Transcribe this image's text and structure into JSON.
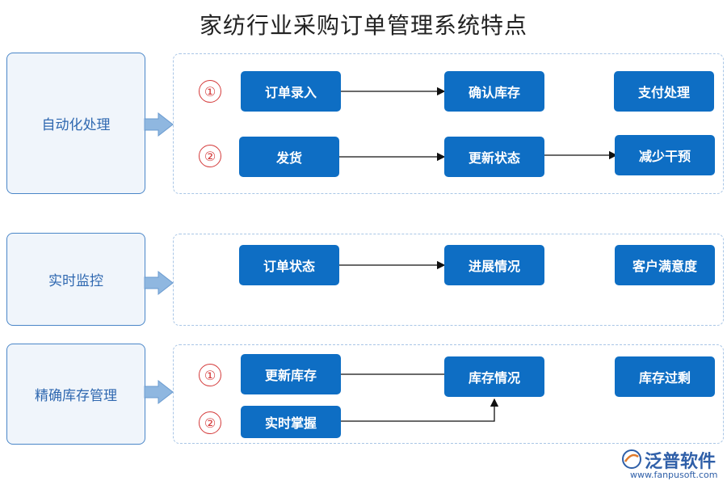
{
  "title": "家纺行业采购订单管理系统特点",
  "categories": [
    {
      "label": "自动化处理"
    },
    {
      "label": "实时监控"
    },
    {
      "label": "精确库存管理"
    }
  ],
  "nodes": {
    "order_entry": "订单录入",
    "confirm_stock": "确认库存",
    "payment": "支付处理",
    "ship": "发货",
    "update_status": "更新状态",
    "reduce_intervention": "减少干预",
    "order_status": "订单状态",
    "progress": "进展情况",
    "satisfaction": "客户满意度",
    "update_stock": "更新库存",
    "stock_status": "库存情况",
    "overstock": "库存过剩",
    "realtime_control": "实时掌握"
  },
  "markers": [
    "①",
    "②"
  ],
  "logo": {
    "name": "泛普软件",
    "url": "www.fanpusoft.com"
  },
  "colors": {
    "node": "#0e6ec4",
    "category_border": "#4a86c8",
    "marker": "#d43a3a",
    "arrow_fill": "#8fb7e0"
  }
}
